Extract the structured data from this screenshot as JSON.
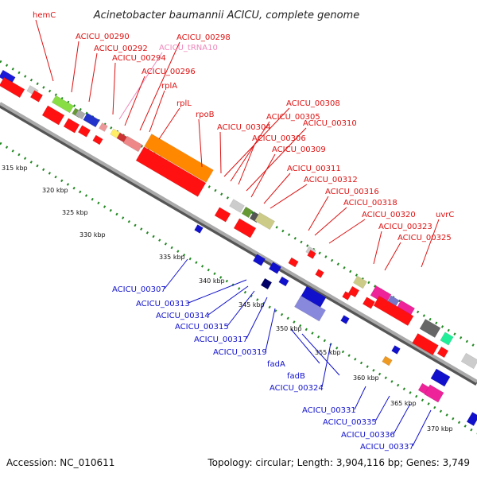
{
  "title": "Acinetobacter baumannii ACICU, complete genome",
  "footer": {
    "accession": "Accession: NC_010611",
    "summary": "Topology: circular; Length: 3,904,116 bp; Genes: 3,749"
  },
  "colors": {
    "top_label": "#dd1111",
    "trna_label": "#ee88bb",
    "bottom_label": "#1111cc",
    "backbone": "#888888",
    "tick_dots": "#228822"
  },
  "scale": {
    "unit": "kbp",
    "ticks": [
      {
        "kbp": 315,
        "text": "315 kbp"
      },
      {
        "kbp": 320,
        "text": "320 kbp"
      },
      {
        "kbp": 325,
        "text": "325 kbp"
      },
      {
        "kbp": 330,
        "text": "330 kbp"
      },
      {
        "kbp": 335,
        "text": "335 kbp"
      },
      {
        "kbp": 340,
        "text": "340 kbp"
      },
      {
        "kbp": 345,
        "text": "345 kbp"
      },
      {
        "kbp": 350,
        "text": "350 kbp"
      },
      {
        "kbp": 355,
        "text": "355 kbp"
      },
      {
        "kbp": 360,
        "text": "360 kbp"
      },
      {
        "kbp": 365,
        "text": "365 kbp"
      },
      {
        "kbp": 370,
        "text": "370 kbp"
      }
    ]
  },
  "top_labels": [
    {
      "text": "hemC",
      "kind": "gene"
    },
    {
      "text": "ACICU_00290",
      "kind": "gene"
    },
    {
      "text": "ACICU_00292",
      "kind": "gene"
    },
    {
      "text": "ACICU_00294",
      "kind": "gene"
    },
    {
      "text": "ACICU_00298",
      "kind": "gene"
    },
    {
      "text": "ACICU_tRNA10",
      "kind": "trna"
    },
    {
      "text": "ACICU_00296",
      "kind": "gene"
    },
    {
      "text": "rplA",
      "kind": "gene"
    },
    {
      "text": "rplL",
      "kind": "gene"
    },
    {
      "text": "rpoB",
      "kind": "gene"
    },
    {
      "text": "ACICU_00308",
      "kind": "gene"
    },
    {
      "text": "ACICU_00305",
      "kind": "gene"
    },
    {
      "text": "ACICU_00304",
      "kind": "gene"
    },
    {
      "text": "ACICU_00310",
      "kind": "gene"
    },
    {
      "text": "ACICU_00306",
      "kind": "gene"
    },
    {
      "text": "ACICU_00309",
      "kind": "gene"
    },
    {
      "text": "ACICU_00311",
      "kind": "gene"
    },
    {
      "text": "ACICU_00312",
      "kind": "gene"
    },
    {
      "text": "ACICU_00316",
      "kind": "gene"
    },
    {
      "text": "ACICU_00318",
      "kind": "gene"
    },
    {
      "text": "ACICU_00320",
      "kind": "gene"
    },
    {
      "text": "uvrC",
      "kind": "gene"
    },
    {
      "text": "ACICU_00323",
      "kind": "gene"
    },
    {
      "text": "ACICU_00325",
      "kind": "gene"
    }
  ],
  "bottom_labels": [
    {
      "text": "ACICU_00307"
    },
    {
      "text": "ACICU_00313"
    },
    {
      "text": "ACICU_00314"
    },
    {
      "text": "ACICU_00315"
    },
    {
      "text": "ACICU_00317"
    },
    {
      "text": "ACICU_00319"
    },
    {
      "text": "fadA"
    },
    {
      "text": "fadB"
    },
    {
      "text": "ACICU_00324"
    },
    {
      "text": "ACICU_00331"
    },
    {
      "text": "ACICU_00335"
    },
    {
      "text": "ACICU_00336"
    },
    {
      "text": "ACICU_00337"
    }
  ]
}
